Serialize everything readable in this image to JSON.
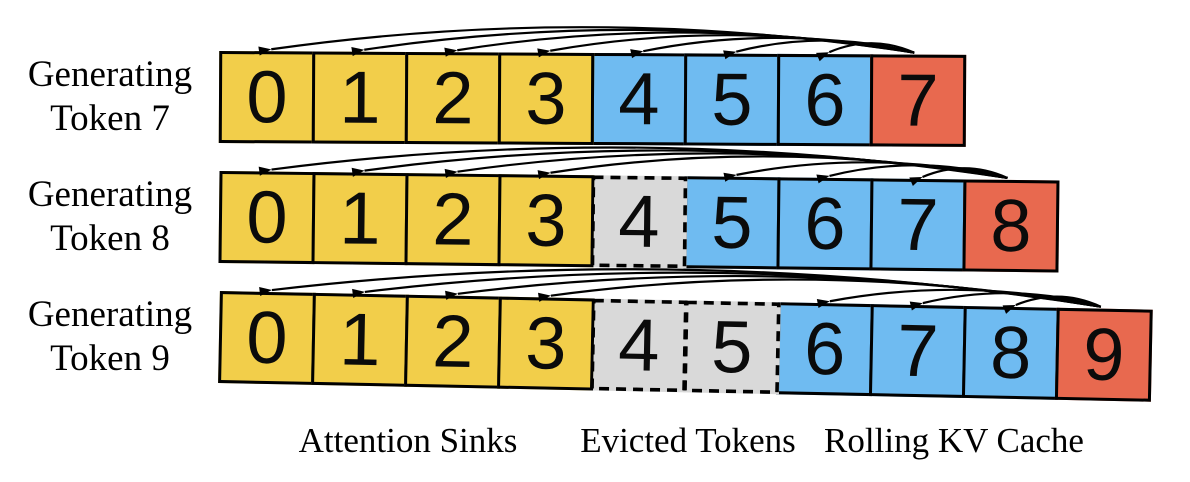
{
  "figure": {
    "rows": [
      {
        "label_line1": "Generating",
        "label_line2": "Token 7",
        "cells": [
          {
            "value": "0",
            "type": "attention_sink"
          },
          {
            "value": "1",
            "type": "attention_sink"
          },
          {
            "value": "2",
            "type": "attention_sink"
          },
          {
            "value": "3",
            "type": "attention_sink"
          },
          {
            "value": "4",
            "type": "rolling_kv_cache"
          },
          {
            "value": "5",
            "type": "rolling_kv_cache"
          },
          {
            "value": "6",
            "type": "rolling_kv_cache"
          },
          {
            "value": "7",
            "type": "new_token"
          }
        ],
        "arrow_targets": [
          0,
          1,
          2,
          3,
          4,
          5,
          6
        ]
      },
      {
        "label_line1": "Generating",
        "label_line2": "Token 8",
        "cells": [
          {
            "value": "0",
            "type": "attention_sink"
          },
          {
            "value": "1",
            "type": "attention_sink"
          },
          {
            "value": "2",
            "type": "attention_sink"
          },
          {
            "value": "3",
            "type": "attention_sink"
          },
          {
            "value": "4",
            "type": "evicted_token"
          },
          {
            "value": "5",
            "type": "rolling_kv_cache"
          },
          {
            "value": "6",
            "type": "rolling_kv_cache"
          },
          {
            "value": "7",
            "type": "rolling_kv_cache"
          },
          {
            "value": "8",
            "type": "new_token"
          }
        ],
        "arrow_targets": [
          0,
          1,
          2,
          3,
          5,
          6,
          7
        ]
      },
      {
        "label_line1": "Generating",
        "label_line2": "Token 9",
        "cells": [
          {
            "value": "0",
            "type": "attention_sink"
          },
          {
            "value": "1",
            "type": "attention_sink"
          },
          {
            "value": "2",
            "type": "attention_sink"
          },
          {
            "value": "3",
            "type": "attention_sink"
          },
          {
            "value": "4",
            "type": "evicted_token"
          },
          {
            "value": "5",
            "type": "evicted_token"
          },
          {
            "value": "6",
            "type": "rolling_kv_cache"
          },
          {
            "value": "7",
            "type": "rolling_kv_cache"
          },
          {
            "value": "8",
            "type": "rolling_kv_cache"
          },
          {
            "value": "9",
            "type": "new_token"
          }
        ],
        "arrow_targets": [
          0,
          1,
          2,
          3,
          6,
          7,
          8
        ]
      }
    ],
    "legend": {
      "items": [
        {
          "label": "Attention Sinks",
          "type": "attention_sink"
        },
        {
          "label": "Evicted Tokens",
          "type": "evicted_token"
        },
        {
          "label": "Rolling KV Cache",
          "type": "rolling_kv_cache"
        }
      ]
    },
    "colors": {
      "attention_sink": "#F2CE4A",
      "evicted_token": "#D9D9D9",
      "rolling_kv_cache": "#6FBBF1",
      "new_token": "#E8694F",
      "arrow": "#000000",
      "border": "#000000",
      "background": "#FFFFFF"
    }
  }
}
